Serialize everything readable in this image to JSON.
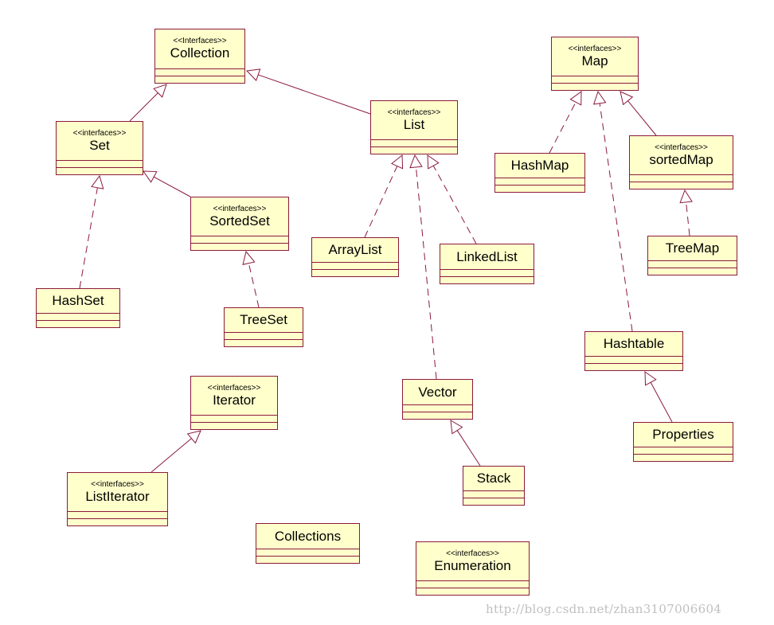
{
  "colors": {
    "box_fill": "#ffffcc",
    "box_border": "#8b1a3c",
    "line": "#8b1a3c",
    "watermark": "#c0c0c0"
  },
  "classes": {
    "collection": {
      "stereotype": "<<Interfaces>>",
      "name": "Collection"
    },
    "set": {
      "stereotype": "<<interfaces>>",
      "name": "Set"
    },
    "list": {
      "stereotype": "<<interfaces>>",
      "name": "List"
    },
    "sortedset": {
      "stereotype": "<<interfaces>>",
      "name": "SortedSet"
    },
    "hashset": {
      "name": "HashSet"
    },
    "treeset": {
      "name": "TreeSet"
    },
    "arraylist": {
      "name": "ArrayList"
    },
    "linkedlist": {
      "name": "LinkedList"
    },
    "vector": {
      "name": "Vector"
    },
    "stack": {
      "name": "Stack"
    },
    "map": {
      "stereotype": "<<interfaces>>",
      "name": "Map"
    },
    "hashmap": {
      "name": "HashMap"
    },
    "sortedmap": {
      "stereotype": "<<interfaces>>",
      "name": "sortedMap"
    },
    "treemap": {
      "name": "TreeMap"
    },
    "hashtable": {
      "name": "Hashtable"
    },
    "properties": {
      "name": "Properties"
    },
    "iterator": {
      "stereotype": "<<interfaces>>",
      "name": "Iterator"
    },
    "listiterator": {
      "stereotype": "<<interfaces>>",
      "name": "ListIterator"
    },
    "collections": {
      "name": "Collections"
    },
    "enumeration": {
      "stereotype": "<<interfaces>>",
      "name": "Enumeration"
    }
  },
  "relations": [
    {
      "from": "set",
      "to": "collection",
      "kind": "generalization"
    },
    {
      "from": "list",
      "to": "collection",
      "kind": "generalization"
    },
    {
      "from": "sortedset",
      "to": "set",
      "kind": "generalization"
    },
    {
      "from": "hashset",
      "to": "set",
      "kind": "realization"
    },
    {
      "from": "treeset",
      "to": "sortedset",
      "kind": "realization"
    },
    {
      "from": "arraylist",
      "to": "list",
      "kind": "realization"
    },
    {
      "from": "vector",
      "to": "list",
      "kind": "realization"
    },
    {
      "from": "linkedlist",
      "to": "list",
      "kind": "realization"
    },
    {
      "from": "stack",
      "to": "vector",
      "kind": "generalization"
    },
    {
      "from": "hashmap",
      "to": "map",
      "kind": "realization"
    },
    {
      "from": "hashtable",
      "to": "map",
      "kind": "realization"
    },
    {
      "from": "sortedmap",
      "to": "map",
      "kind": "generalization"
    },
    {
      "from": "treemap",
      "to": "sortedmap",
      "kind": "realization"
    },
    {
      "from": "properties",
      "to": "hashtable",
      "kind": "generalization"
    },
    {
      "from": "listiterator",
      "to": "iterator",
      "kind": "generalization"
    }
  ],
  "watermark": "http://blog.csdn.net/zhan3107006604"
}
